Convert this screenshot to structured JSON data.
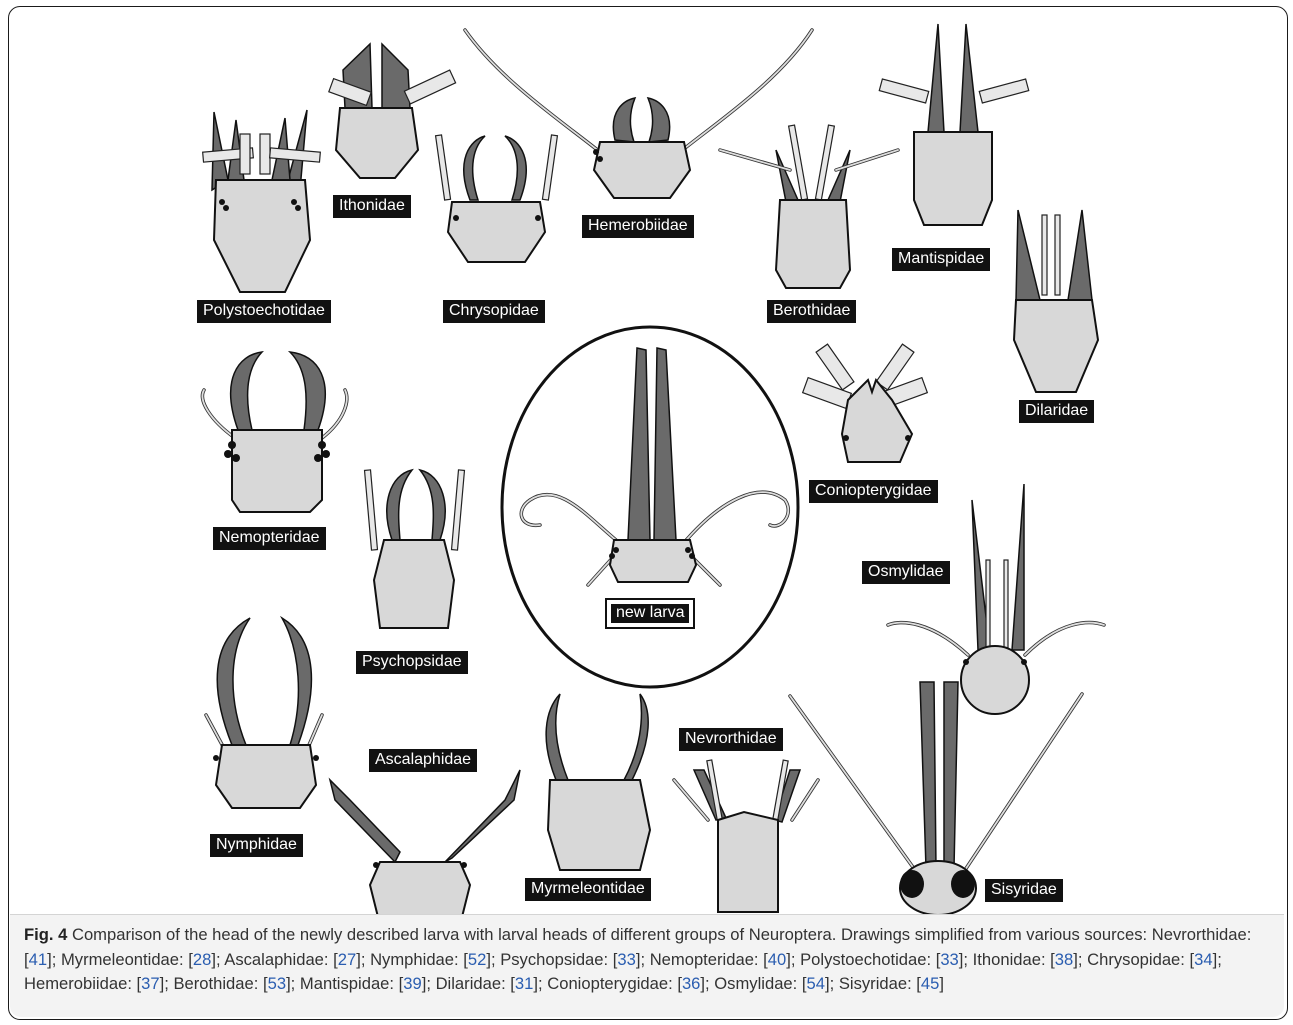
{
  "labels": {
    "polystoechotidae": "Polystoechotidae",
    "ithonidae": "Ithonidae",
    "chrysopidae": "Chrysopidae",
    "hemerobiidae": "Hemerobiidae",
    "berothidae": "Berothidae",
    "mantispidae": "Mantispidae",
    "dilaridae": "Dilaridae",
    "nemopteridae": "Nemopteridae",
    "coniopterygidae": "Coniopterygidae",
    "psychopsidae": "Psychopsidae",
    "new_larva": "new larva",
    "osmylidae": "Osmylidae",
    "nymphidae": "Nymphidae",
    "ascalaphidae": "Ascalaphidae",
    "nevrorthidae": "Nevrorthidae",
    "myrmeleontidae": "Myrmeleontidae",
    "sisyridae": "Sisyridae"
  },
  "caption": {
    "fig_number": "Fig. 4",
    "text": "Comparison of the head of the newly described larva with larval heads of different groups of Neuroptera. Drawings simplified from various sources:",
    "sources": [
      {
        "name": "Nevrorthidae",
        "ref": "41"
      },
      {
        "name": "Myrmeleontidae",
        "ref": "28"
      },
      {
        "name": "Ascalaphidae",
        "ref": "27"
      },
      {
        "name": "Nymphidae",
        "ref": "52"
      },
      {
        "name": "Psychopsidae",
        "ref": "33"
      },
      {
        "name": "Nemopteridae",
        "ref": "40"
      },
      {
        "name": "Polystoechotidae",
        "ref": "33"
      },
      {
        "name": "Ithonidae",
        "ref": "38"
      },
      {
        "name": "Chrysopidae",
        "ref": "34"
      },
      {
        "name": "Hemerobiidae",
        "ref": "37"
      },
      {
        "name": "Berothidae",
        "ref": "53"
      },
      {
        "name": "Mantispidae",
        "ref": "39"
      },
      {
        "name": "Dilaridae",
        "ref": "31"
      },
      {
        "name": "Coniopterygidae",
        "ref": "36"
      },
      {
        "name": "Osmylidae",
        "ref": "54"
      },
      {
        "name": "Sisyridae",
        "ref": "45"
      }
    ]
  },
  "colors": {
    "head_fill": "#d8d8d8",
    "mandible_fill": "#6a6a6a",
    "antenna_fill": "#e8e8e8",
    "label_bg": "#111111",
    "caption_bg": "#f3f3f3",
    "link": "#2a5db0"
  }
}
